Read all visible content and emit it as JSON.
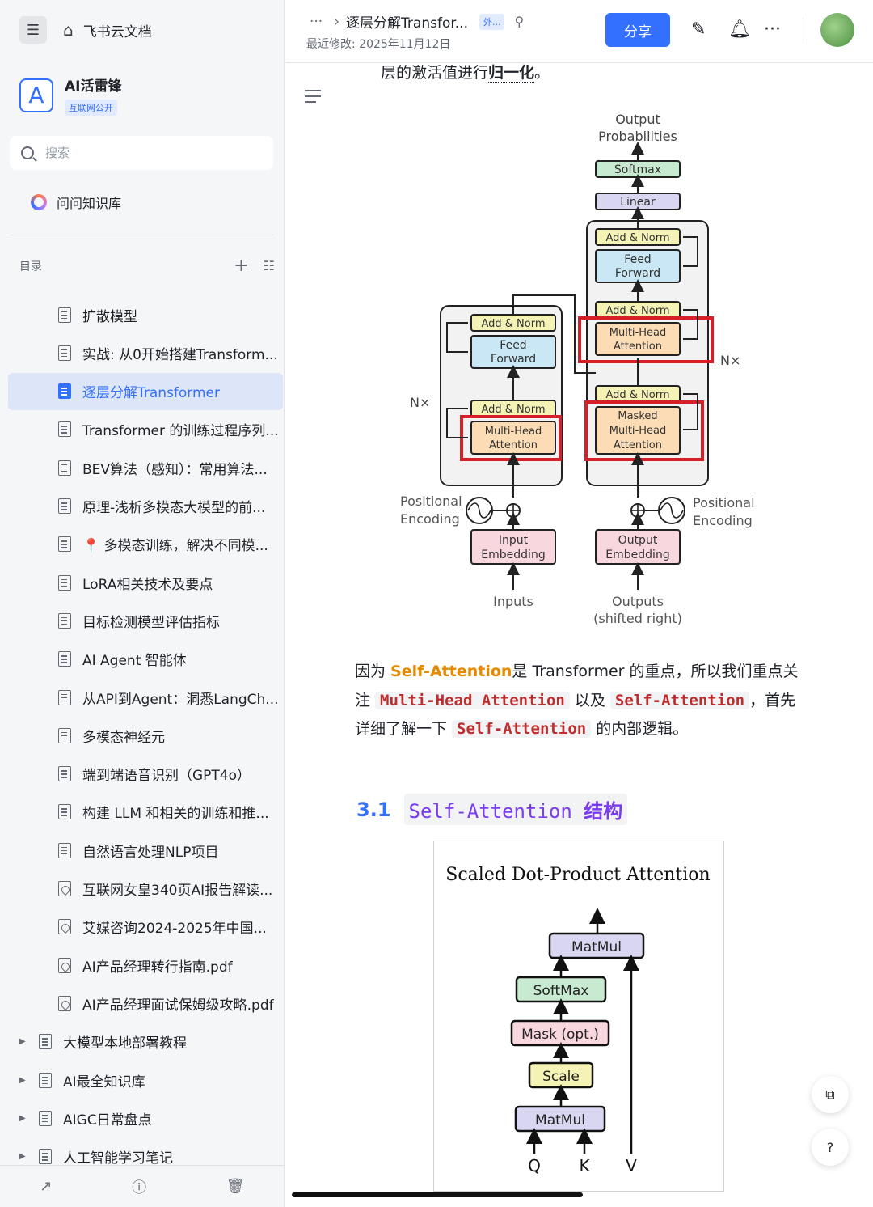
{
  "sidebar": {
    "brand": "飞书云文档",
    "space_logo": "A",
    "space_name": "AI活雷锋",
    "space_badge": "互联网公开",
    "search_placeholder": "搜索",
    "kb_label": "问问知识库",
    "toc_title": "目录",
    "items": [
      {
        "label": "扩散模型",
        "icon": "doc-icon"
      },
      {
        "label": "实战: 从0开始搭建Transform...",
        "icon": "doc-icon"
      },
      {
        "label": "逐层分解Transformer",
        "icon": "doc-icon",
        "active": true
      },
      {
        "label": "Transformer 的训练过程序列...",
        "icon": "doc-icon"
      },
      {
        "label": "BEV算法（感知）：常用算法...",
        "icon": "doc-icon"
      },
      {
        "label": "原理-浅析多模态大模型的前...",
        "icon": "doc-icon"
      },
      {
        "label": "📍 多模态训练，解决不同模...",
        "icon": "doc-icon"
      },
      {
        "label": "LoRA相关技术及要点",
        "icon": "doc-icon"
      },
      {
        "label": "目标检测模型评估指标",
        "icon": "doc-icon"
      },
      {
        "label": "AI Agent 智能体",
        "icon": "doc-icon"
      },
      {
        "label": "从API到Agent：洞悉LangCh...",
        "icon": "doc-icon"
      },
      {
        "label": "多模态神经元",
        "icon": "doc-icon"
      },
      {
        "label": "端到端语音识别（GPT4o）",
        "icon": "doc-icon"
      },
      {
        "label": "构建 LLM 和相关的训练和推...",
        "icon": "doc-icon"
      },
      {
        "label": "自然语言处理NLP项目",
        "icon": "doc-icon"
      },
      {
        "label": "互联网女皇340页AI报告解读...",
        "icon": "pdf-icon"
      },
      {
        "label": "艾媒咨询2024-2025年中国...",
        "icon": "pdf-icon"
      },
      {
        "label": "AI产品经理转行指南.pdf",
        "icon": "pdf-icon"
      },
      {
        "label": "AI产品经理面试保姆级攻略.pdf",
        "icon": "pdf-icon"
      }
    ],
    "folders": [
      {
        "label": "大模型本地部署教程"
      },
      {
        "label": "AI最全知识库"
      },
      {
        "label": "AIGC日常盘点"
      },
      {
        "label": "人工智能学习笔记"
      }
    ]
  },
  "header": {
    "ellipsis": "···",
    "title": "逐层分解Transfor...",
    "ext_badge": "外...",
    "modified": "最近修改: 2025年11月12日",
    "share_label": "分享"
  },
  "content": {
    "prev_text_before": "层的激活值进行",
    "prev_text_bold": "归一化",
    "prev_text_after": "。",
    "para": {
      "t1": "因为 ",
      "hl": "Self-Attention",
      "t2": "是 Transformer 的重点，所以我们重点关注 ",
      "c1": "Multi-Head Attention",
      "t3": " 以及 ",
      "c2": "Self-Attention",
      "t4": "，首先详细了解一下 ",
      "c3": "Self-Attention",
      "t5": " 的内部逻辑。"
    },
    "h3_num": "3.1",
    "h3_code": "Self-Attention",
    "h3_text": "结构"
  },
  "transformer": {
    "output_probs": [
      "Output",
      "Probabilities"
    ],
    "softmax": "Softmax",
    "linear": "Linear",
    "add_norm": "Add & Norm",
    "feed_forward": [
      "Feed",
      "Forward"
    ],
    "mha": [
      "Multi-Head",
      "Attention"
    ],
    "masked_mha": [
      "Masked",
      "Multi-Head",
      "Attention"
    ],
    "nx": "N×",
    "pos_enc": [
      "Positional",
      "Encoding"
    ],
    "input_emb": [
      "Input",
      "Embedding"
    ],
    "output_emb": [
      "Output",
      "Embedding"
    ],
    "inputs": "Inputs",
    "outputs": [
      "Outputs",
      "(shifted right)"
    ]
  },
  "sdpa": {
    "title": "Scaled Dot-Product Attention",
    "matmul": "MatMul",
    "softmax": "SoftMax",
    "mask": "Mask (opt.)",
    "scale": "Scale",
    "q": "Q",
    "k": "K",
    "v": "V"
  }
}
